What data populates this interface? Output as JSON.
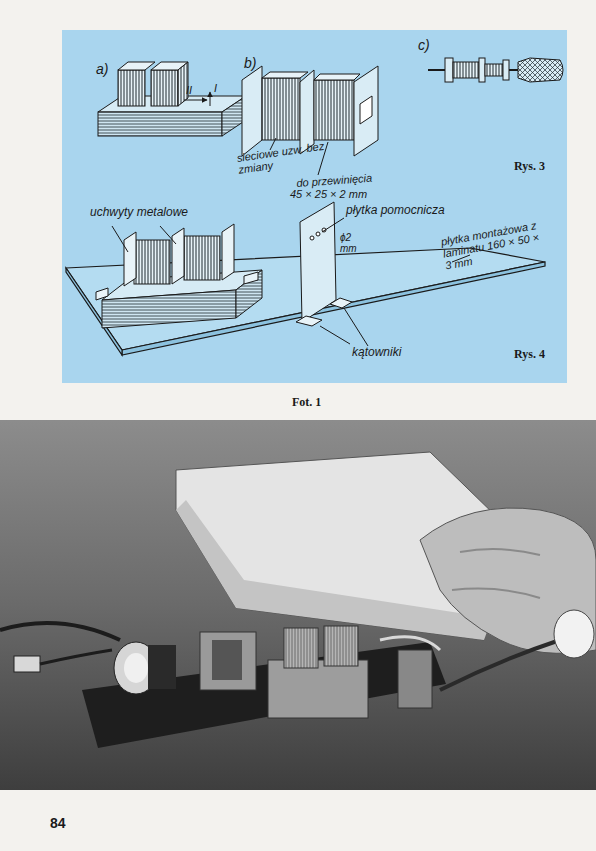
{
  "diagram": {
    "labels": [
      "a)",
      "II",
      "I",
      "b)",
      "c)",
      "Rys. 3",
      "sieciowe uzw. bez zmiany",
      "do przewinięcia",
      "uchwyty metalowe",
      "45 × 25 × 2 mm",
      "płytka pomocnicza",
      "ϕ2 mm",
      "płytka montażowa z laminatu 160 × 50 × 3 mm",
      "kątowniki",
      "Rys. 4",
      "Fot. 1",
      "84"
    ]
  }
}
